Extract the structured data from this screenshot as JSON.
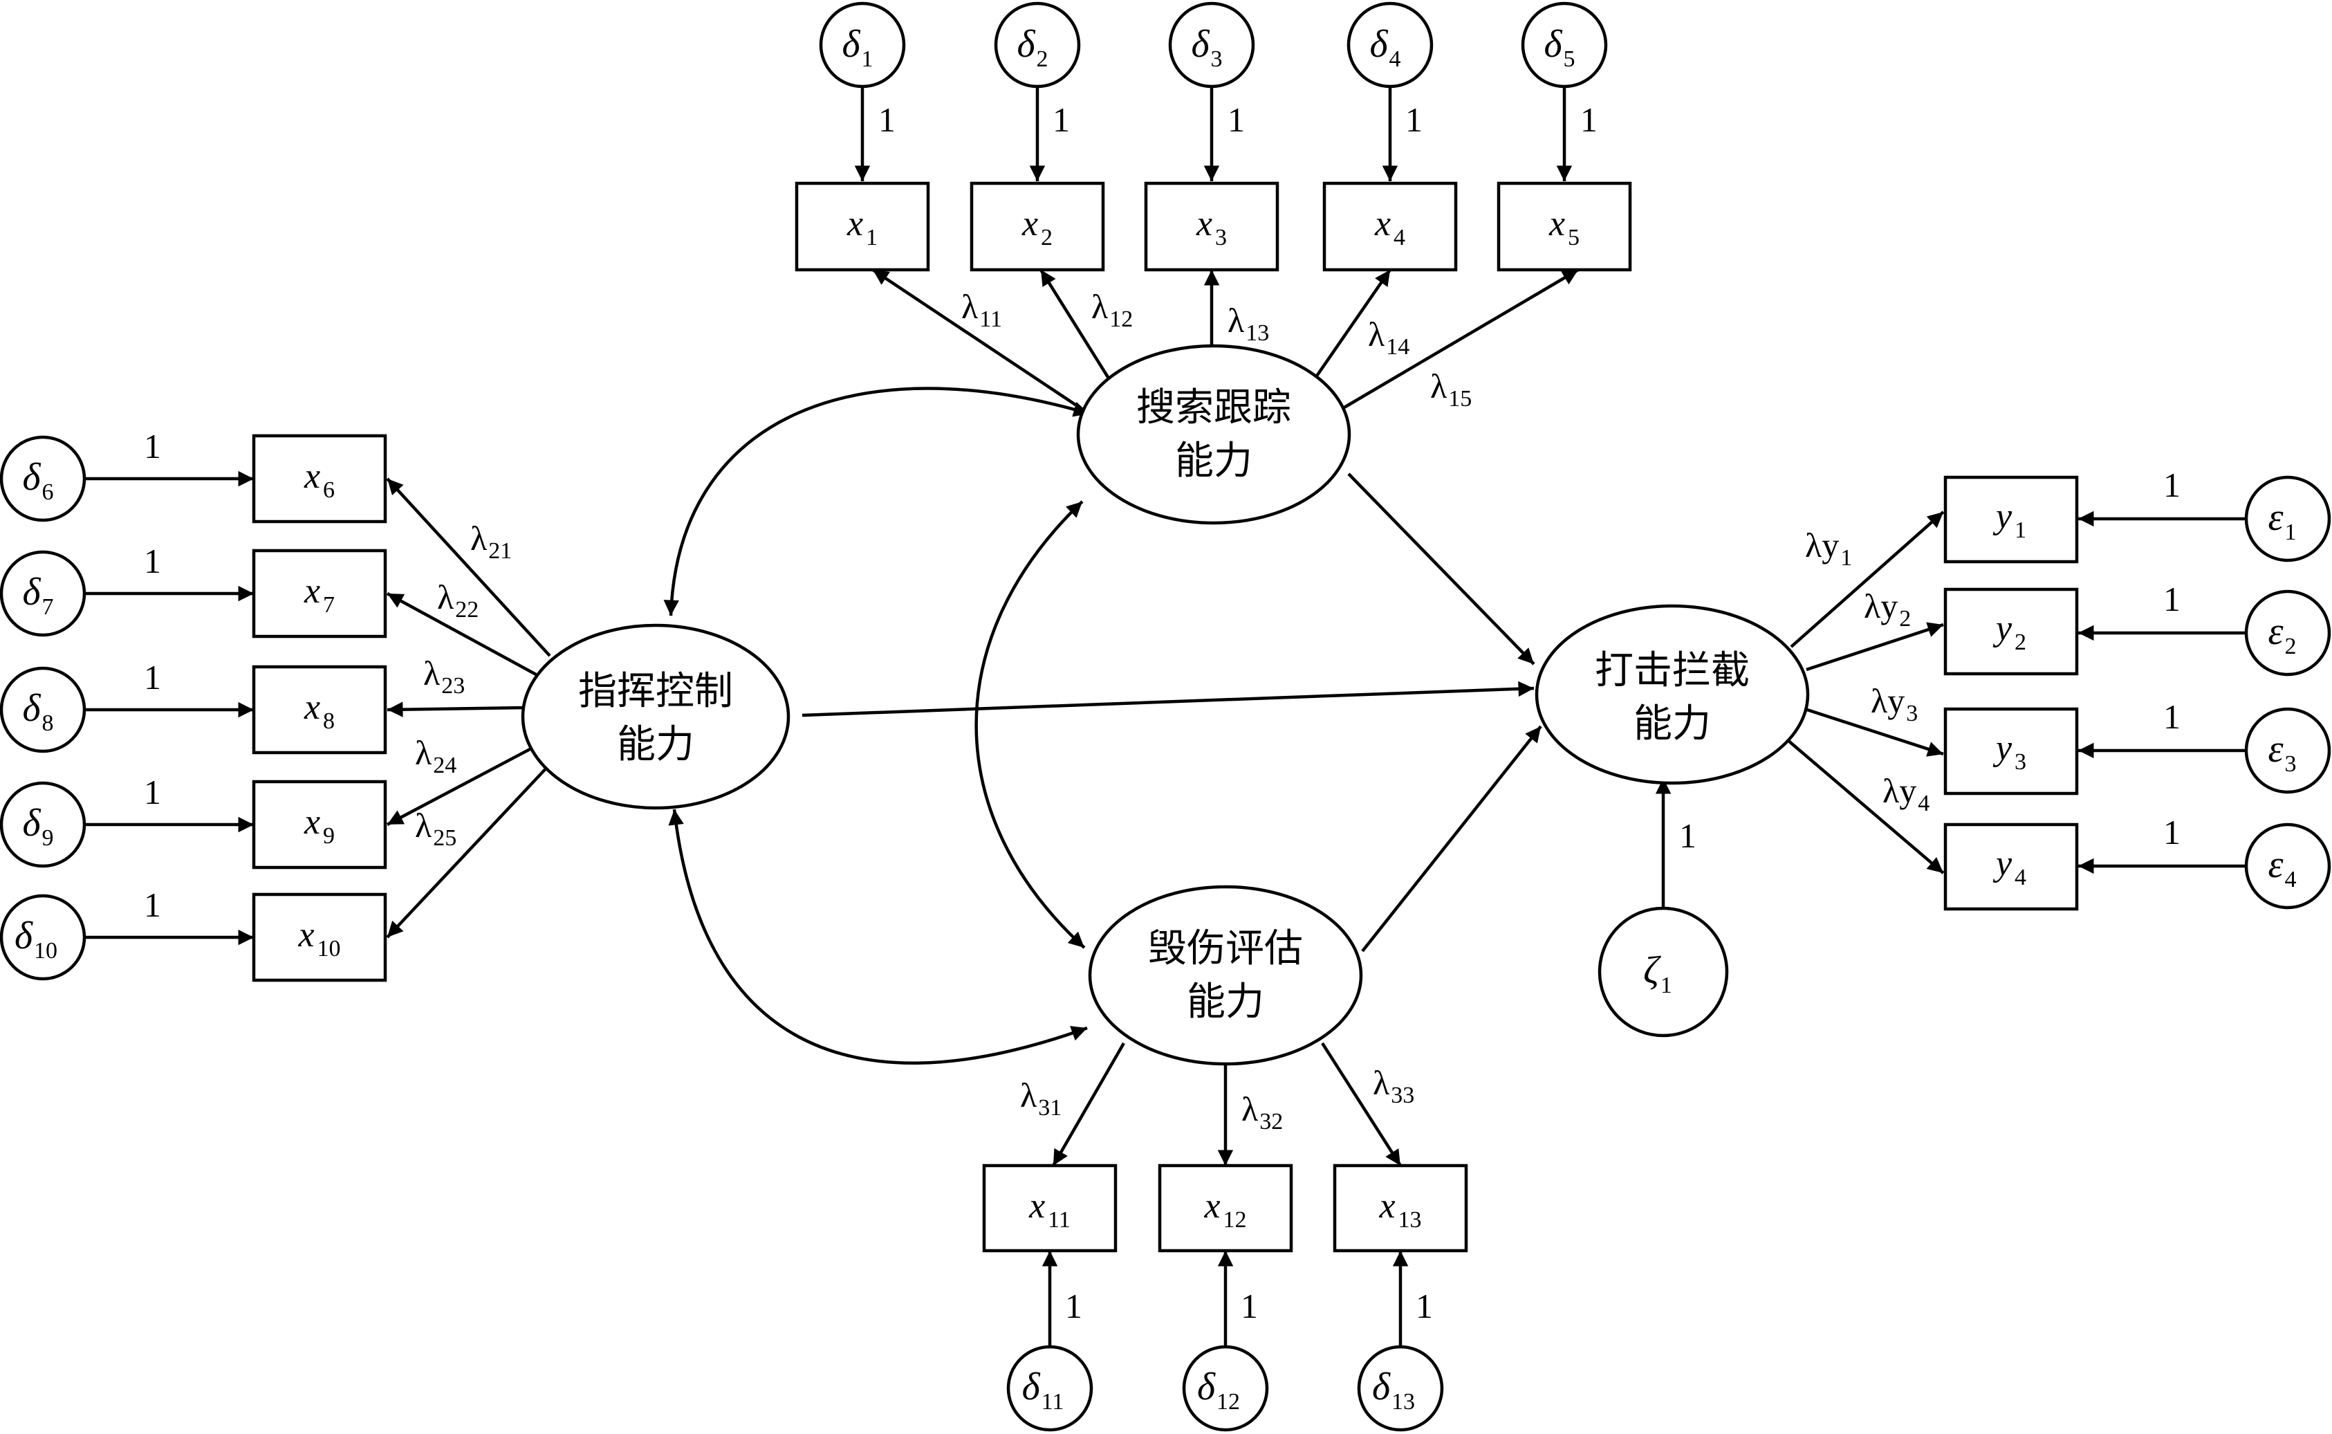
{
  "latent": {
    "search": [
      "搜索跟踪",
      "能力"
    ],
    "command": [
      "指挥控制",
      "能力"
    ],
    "damage": [
      "毁伤评估",
      "能力"
    ],
    "strike": [
      "打击拦截",
      "能力"
    ]
  },
  "observed": {
    "x1": {
      "base": "x",
      "sub": "1"
    },
    "x2": {
      "base": "x",
      "sub": "2"
    },
    "x3": {
      "base": "x",
      "sub": "3"
    },
    "x4": {
      "base": "x",
      "sub": "4"
    },
    "x5": {
      "base": "x",
      "sub": "5"
    },
    "x6": {
      "base": "x",
      "sub": "6"
    },
    "x7": {
      "base": "x",
      "sub": "7"
    },
    "x8": {
      "base": "x",
      "sub": "8"
    },
    "x9": {
      "base": "x",
      "sub": "9"
    },
    "x10": {
      "base": "x",
      "sub": "10"
    },
    "x11": {
      "base": "x",
      "sub": "11"
    },
    "x12": {
      "base": "x",
      "sub": "12"
    },
    "x13": {
      "base": "x",
      "sub": "13"
    },
    "y1": {
      "base": "y",
      "sub": "1"
    },
    "y2": {
      "base": "y",
      "sub": "2"
    },
    "y3": {
      "base": "y",
      "sub": "3"
    },
    "y4": {
      "base": "y",
      "sub": "4"
    }
  },
  "errors": {
    "d1": {
      "base": "δ",
      "sub": "1"
    },
    "d2": {
      "base": "δ",
      "sub": "2"
    },
    "d3": {
      "base": "δ",
      "sub": "3"
    },
    "d4": {
      "base": "δ",
      "sub": "4"
    },
    "d5": {
      "base": "δ",
      "sub": "5"
    },
    "d6": {
      "base": "δ",
      "sub": "6"
    },
    "d7": {
      "base": "δ",
      "sub": "7"
    },
    "d8": {
      "base": "δ",
      "sub": "8"
    },
    "d9": {
      "base": "δ",
      "sub": "9"
    },
    "d10": {
      "base": "δ",
      "sub": "10"
    },
    "d11": {
      "base": "δ",
      "sub": "11"
    },
    "d12": {
      "base": "δ",
      "sub": "12"
    },
    "d13": {
      "base": "δ",
      "sub": "13"
    },
    "e1": {
      "base": "ε",
      "sub": "1"
    },
    "e2": {
      "base": "ε",
      "sub": "2"
    },
    "e3": {
      "base": "ε",
      "sub": "3"
    },
    "e4": {
      "base": "ε",
      "sub": "4"
    },
    "z1": {
      "base": "ζ",
      "sub": "1"
    }
  },
  "loadings": {
    "l11": {
      "base": "λ",
      "sub": "11"
    },
    "l12": {
      "base": "λ",
      "sub": "12"
    },
    "l13": {
      "base": "λ",
      "sub": "13"
    },
    "l14": {
      "base": "λ",
      "sub": "14"
    },
    "l15": {
      "base": "λ",
      "sub": "15"
    },
    "l21": {
      "base": "λ",
      "sub": "21"
    },
    "l22": {
      "base": "λ",
      "sub": "22"
    },
    "l23": {
      "base": "λ",
      "sub": "23"
    },
    "l24": {
      "base": "λ",
      "sub": "24"
    },
    "l25": {
      "base": "λ",
      "sub": "25"
    },
    "l31": {
      "base": "λ",
      "sub": "31"
    },
    "l32": {
      "base": "λ",
      "sub": "32"
    },
    "l33": {
      "base": "λ",
      "sub": "33"
    },
    "ly1": {
      "base": "λy",
      "sub": "1"
    },
    "ly2": {
      "base": "λy",
      "sub": "2"
    },
    "ly3": {
      "base": "λy",
      "sub": "3"
    },
    "ly4": {
      "base": "λy",
      "sub": "4"
    }
  },
  "fixed_loading": "1"
}
